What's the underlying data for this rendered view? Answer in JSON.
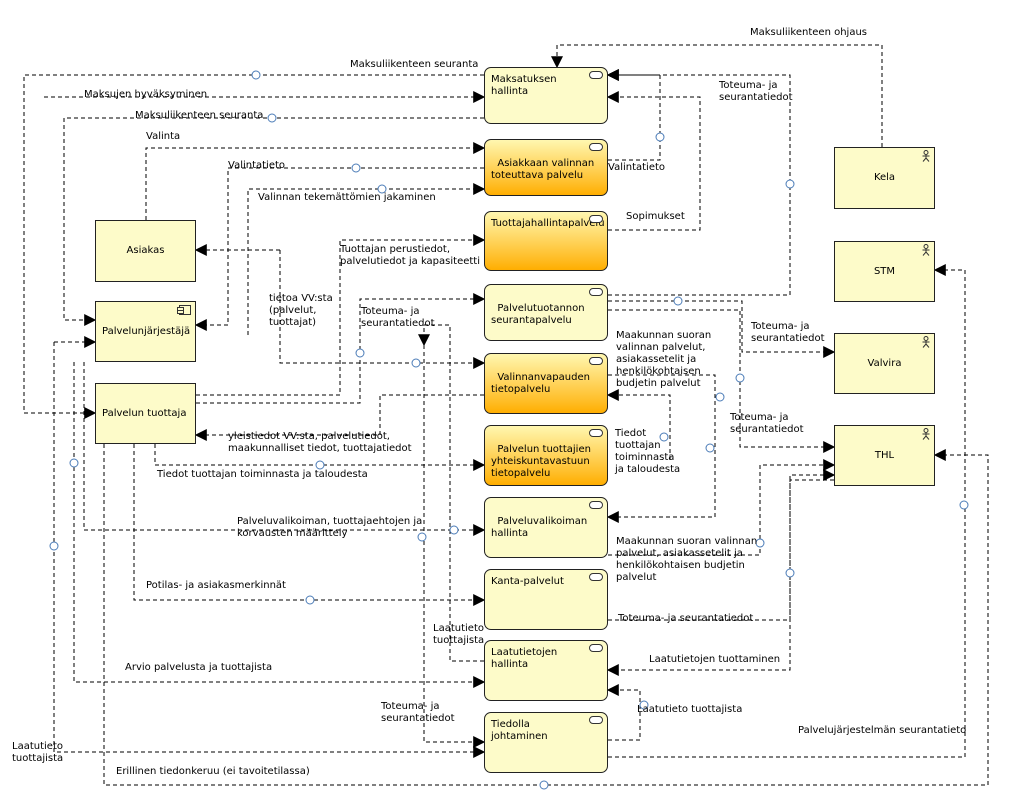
{
  "elements": {
    "maksatuksen_hallinta": "Maksatuksen hallinta",
    "asiakkaan_valinnan": "Asiakkaan valinnan\ntoteuttava palvelu",
    "tuottajahallinta": "Tuottajahallintapalvelu",
    "palvelutuotannon": "Palvelutuotannon\nseurantapalvelu",
    "valinnanvapauden": "Valinnanvapauden\ntietopalvelu",
    "palvelun_tuottajien": "Palvelun tuottajien\nyhteiskuntavastuun\ntietopalvelu",
    "palveluvalikoiman": "Palveluvalikoiman\nhallinta",
    "kanta": "Kanta-palvelut",
    "laatutietojen": "Laatutietojen hallinta",
    "tiedolla": "Tiedolla johtaminen",
    "asiakas": "Asiakas",
    "palvelunjarjestaja": "Palvelunjärjestäjä",
    "palvelun_tuottaja": "Palvelun tuottaja",
    "kela": "Kela",
    "stm": "STM",
    "valvira": "Valvira",
    "thl": "THL"
  },
  "labels": {
    "maksuliikenteen_ohjaus": "Maksuliikenteen ohjaus",
    "maksuliikenteen_seuranta_top": "Maksuliikenteen seuranta",
    "maksujen_hyvaksyminen": "Maksujen hyväksyminen",
    "maksuliikenteen_seuranta_2": "Maksuliikenteen seuranta",
    "valinta": "Valinta",
    "valintatieto_left": "Valintatieto",
    "valintatieto_right": "Valintatieto",
    "valinnan_tekemattomien": "Valinnan tekemättömien jakaminen",
    "toteuma_top_right": "Toteuma- ja\nseurantatiedot",
    "sopimukset": "Sopimukset",
    "tuottajan_perustiedot": "Tuottajan perustiedot,\npalvelutiedot ja kapasiteetti",
    "tietoa_vv": "tietoa VV:sta\n(palvelut,\ntuottajat)",
    "toteuma_mid": "Toteuma- ja\nseurantatiedot",
    "toteuma_valvira": "Toteuma- ja\nseurantatiedot",
    "toteuma_thl": "Toteuma- ja\nseurantatiedot",
    "maakunnan_suoran_1": "Maakunnan suoran\nvalinnan palvelut,\nasiakassetelit ja\nhenkilökohtaisen\nbudjetin palvelut",
    "yleistiedot": "yleistiedot VV:sta, palvelutiedot,\nmaakunnalliset tiedot, tuottajatiedot",
    "tiedot_tuottajan": "Tiedot\ntuottajan\ntoiminnasta\nja taloudesta",
    "tiedot_tuottajan_bottom": "Tiedot tuottajan toiminnasta ja taloudesta",
    "palveluvalikoiman_maar": "Palveluvalikoiman, tuottajaehtojen ja\nkorvausten määrittely",
    "maakunnan_suoran_2": "Maakunnan suoran valinnan\npalvelut, asiakassetelit ja\nhenkilökohtaisen budjetin\npalvelut",
    "potilas": "Potilas- ja asiakasmerkinnät",
    "toteuma_kanta": "Toteuma- ja seurantatiedot",
    "laatutieto_mid": "Laatutieto\ntuottajista",
    "laatutietojen_tuottaminen": "Laatutietojen tuottaminen",
    "arvio": "Arvio palvelusta ja tuottajista",
    "toteuma_bottom": "Toteuma- ja\nseurantatiedot",
    "laatutieto_tuottajista_r": "Laatutieto tuottajista",
    "palvelujarjestelman": "Palvelujärjestelmän seurantatieto",
    "laatutieto_left": "Laatutieto\ntuottajista",
    "erillinen": "Erillinen tiedonkeruu (ei tavoitetilassa)"
  }
}
